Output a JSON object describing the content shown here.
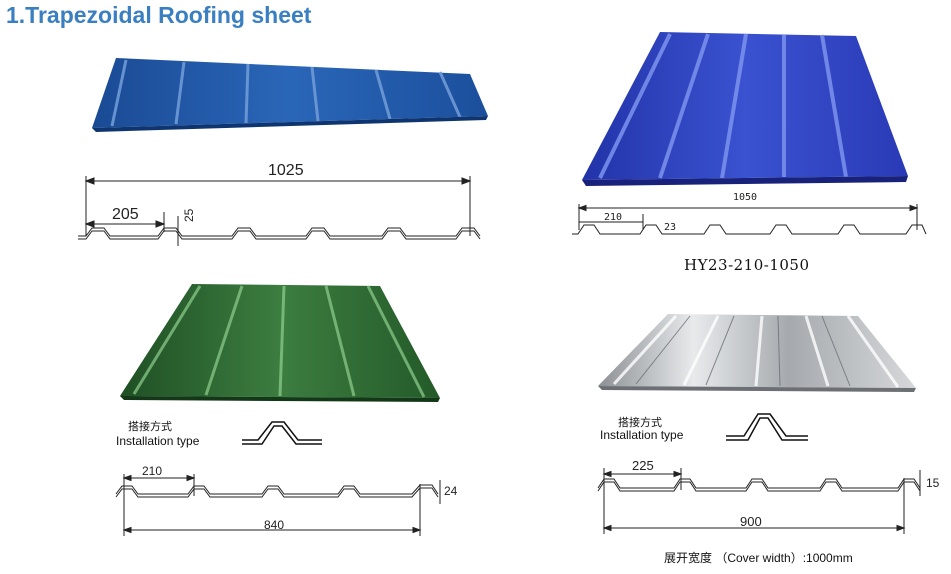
{
  "title": "1.Trapezoidal Roofing sheet",
  "colors": {
    "title": "#3a7fc1",
    "blue_sheet": "#1f57a6",
    "royal_blue_sheet": "#2c3fb8",
    "green_sheet": "#2e6a32",
    "silver_sheet": "#b9bcc0"
  },
  "panels": [
    {
      "id": "blue",
      "width_label": "1025",
      "pitch_label": "205",
      "height_label": "25"
    },
    {
      "id": "royal-blue",
      "width_label": "1050",
      "pitch_label": "210",
      "height_label": "23",
      "model": "HY23-210-1050"
    },
    {
      "id": "green",
      "installation_cn": "搭接方式",
      "installation_en": "Installation type",
      "pitch_label": "210",
      "height_label": "24",
      "width_label": "840"
    },
    {
      "id": "silver",
      "installation_cn": "搭接方式",
      "installation_en": "Installation type",
      "pitch_label": "225",
      "height_label": "15",
      "width_label": "900",
      "cover_width": "展开宽度 （Cover width）:1000mm"
    }
  ]
}
